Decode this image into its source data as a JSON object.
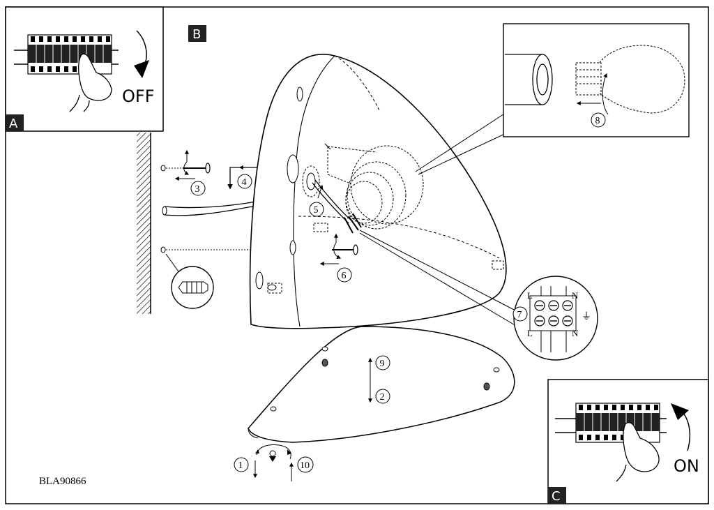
{
  "panels": {
    "a": {
      "tag": "A",
      "state": "OFF"
    },
    "b": {
      "tag": "B"
    },
    "c": {
      "tag": "C",
      "state": "ON"
    }
  },
  "steps": [
    "1",
    "2",
    "3",
    "4",
    "5",
    "6",
    "7",
    "8",
    "9",
    "10"
  ],
  "terminal_labels": {
    "l_top": "L",
    "n_top": "N",
    "l_bottom": "L",
    "n_bottom": "N",
    "earth": "⏚"
  },
  "model_code": "BLA90866"
}
